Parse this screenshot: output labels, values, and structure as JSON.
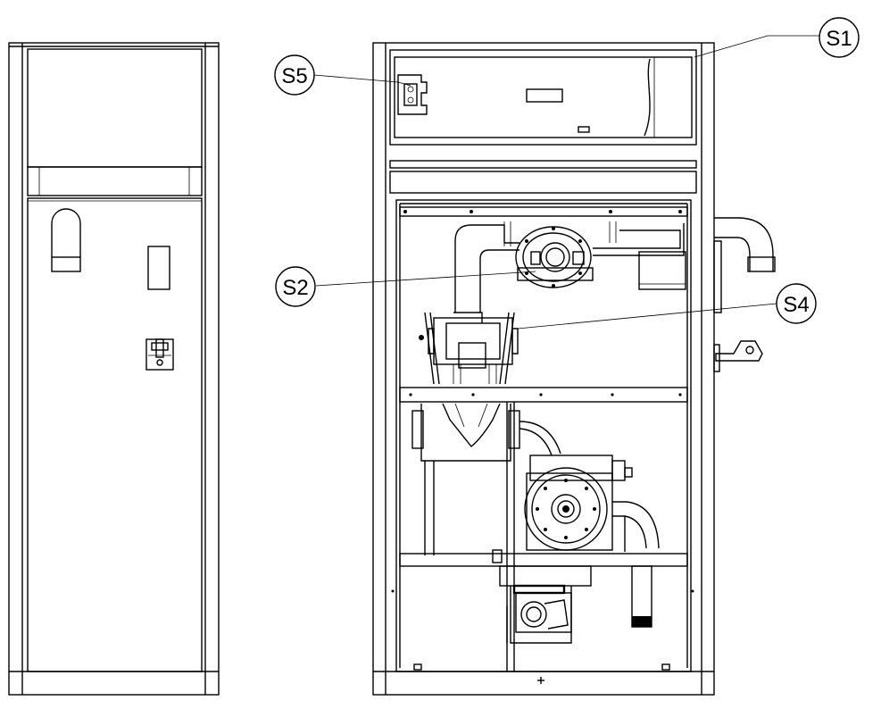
{
  "callouts": [
    {
      "id": "S1",
      "label": "S1"
    },
    {
      "id": "S2",
      "label": "S2"
    },
    {
      "id": "S4",
      "label": "S4"
    },
    {
      "id": "S5",
      "label": "S5"
    }
  ]
}
